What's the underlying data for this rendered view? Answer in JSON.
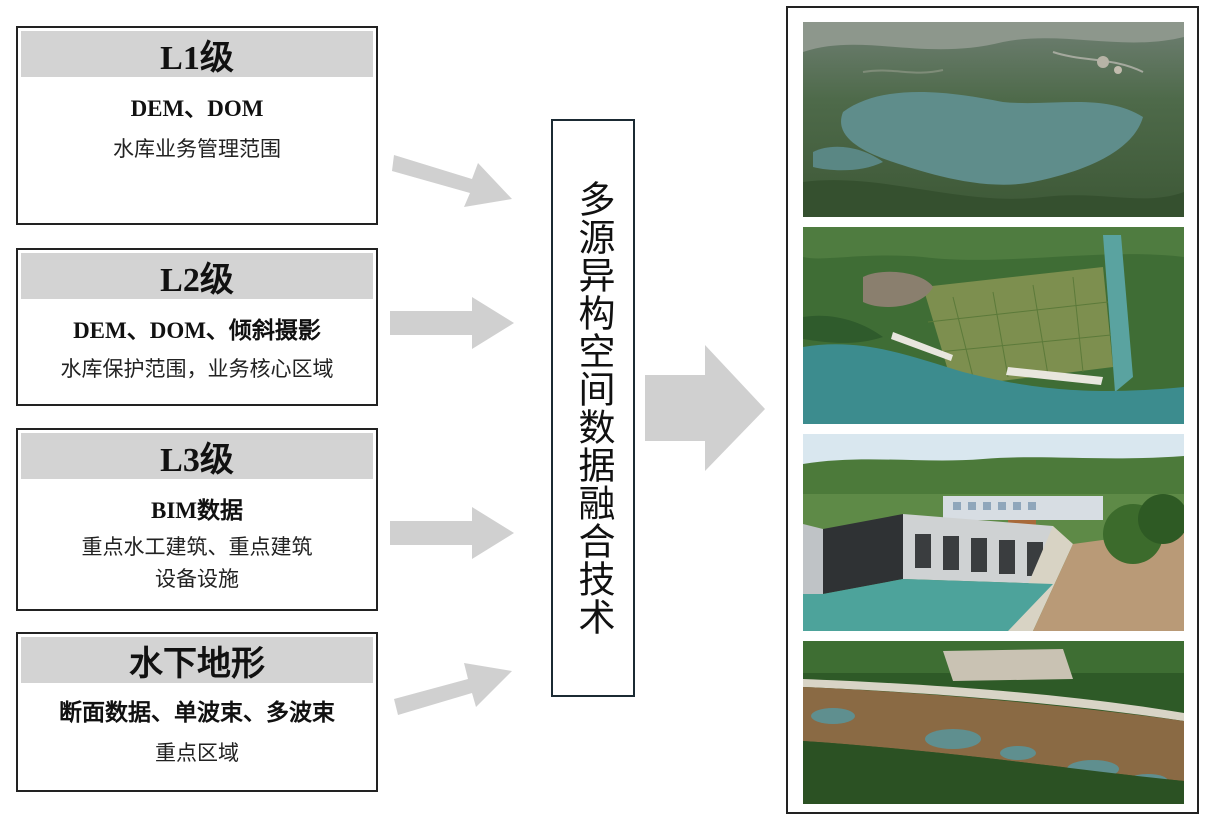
{
  "levels": [
    {
      "title": "L1级",
      "data": "DEM、DOM",
      "scope": [
        "水库业务管理范围"
      ]
    },
    {
      "title": "L2级",
      "data": "DEM、DOM、倾斜摄影",
      "scope": [
        "水库保护范围，业务核心区域"
      ]
    },
    {
      "title": "L3级",
      "data": "BIM数据",
      "scope": [
        "重点水工建筑、重点建筑",
        "设备设施"
      ]
    },
    {
      "title": "水下地形",
      "data": "断面数据、单波束、多波束",
      "scope": [
        "重点区域"
      ]
    }
  ],
  "center": {
    "label": "多源异构空间数据融合技术"
  },
  "images": [
    {
      "depicts": "reservoir-terrain-dom"
    },
    {
      "depicts": "oblique-photography-village-canal"
    },
    {
      "depicts": "bim-dam-sluice-gates"
    },
    {
      "depicts": "underwater-terrain-riverbed"
    }
  ],
  "colors": {
    "header_bg": "#d3d3d3",
    "arrow": "#d0d0d0",
    "border": "#222222"
  }
}
